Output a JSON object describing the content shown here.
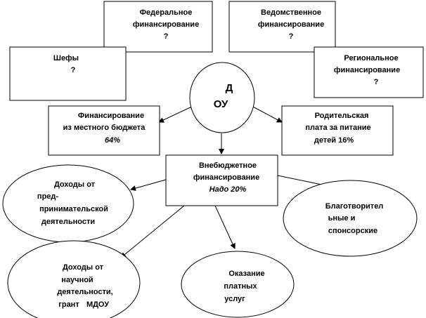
{
  "center": {
    "line1": "Д",
    "line2": "ОУ"
  },
  "federal": {
    "line1": "Федеральное",
    "line2": "финансирование",
    "line3": "?"
  },
  "departmental": {
    "line1": "Ведомственное",
    "line2": "финансирование",
    "line3": "?"
  },
  "patrons": {
    "line1": "Шефы",
    "line2": "?"
  },
  "regional": {
    "line1": "Региональное",
    "line2": "финансирование",
    "line3": "?"
  },
  "local": {
    "line1": "Финансирование",
    "line2": "из местного бюджета",
    "line3": "64%"
  },
  "parental": {
    "line1": "Родительская",
    "line2": "плата за питание",
    "line3": "детей  16%"
  },
  "offbudget": {
    "line1": "Внебюджетное",
    "line2": "финансирование",
    "line3": "Надо 20%"
  },
  "entrepreneurial": {
    "line1": "Доходы от",
    "line2": "пред-",
    "line3": "принимательской",
    "line4": "деятельности"
  },
  "charity": {
    "line1": "Благотворител",
    "line2": "ьные и",
    "line3": "спонсорские"
  },
  "scientific": {
    "line1": "Доходы от",
    "line2": "научной",
    "line3": "деятельности,",
    "line4": "грант",
    "line5": "МДОУ"
  },
  "paid": {
    "line1": "Оказание",
    "line2": "платных",
    "line3": "услуг"
  }
}
